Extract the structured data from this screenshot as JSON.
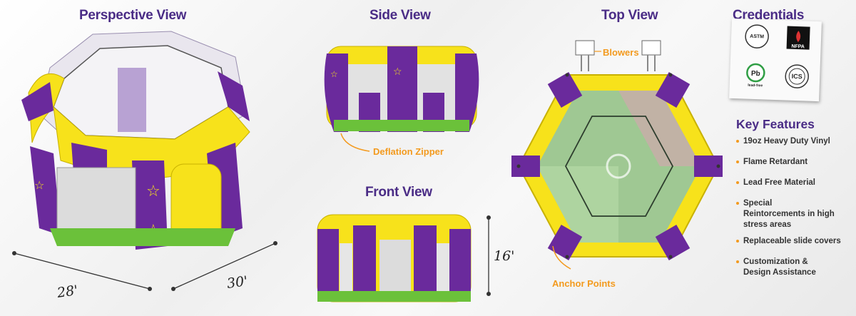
{
  "headings": {
    "perspective": "Perspective View",
    "side": "Side View",
    "top": "Top View",
    "credentials": "Credentials",
    "front": "Front View"
  },
  "callouts": {
    "blowers": "Blowers",
    "deflation_zipper": "Deflation Zipper",
    "anchor_points": "Anchor Points"
  },
  "dimensions": {
    "width": "28'",
    "depth": "30'",
    "height": "16'"
  },
  "credentials": {
    "badges": [
      "ASTM",
      "NFPA",
      "Pb",
      "lead-free",
      "ICS"
    ]
  },
  "key_features": {
    "heading": "Key Features",
    "items": [
      "19oz Heavy Duty Vinyl",
      "Flame Retardant",
      "Lead Free Material",
      "Special Reintorcements in high stress areas",
      "Replaceable slide covers",
      "Customization & Design Assistance"
    ]
  },
  "colors": {
    "purple": "#6a2a9c",
    "yellow": "#f7e21b",
    "green": "#6bc13a",
    "heading": "#4a2c86",
    "callout": "#f39a1e"
  }
}
